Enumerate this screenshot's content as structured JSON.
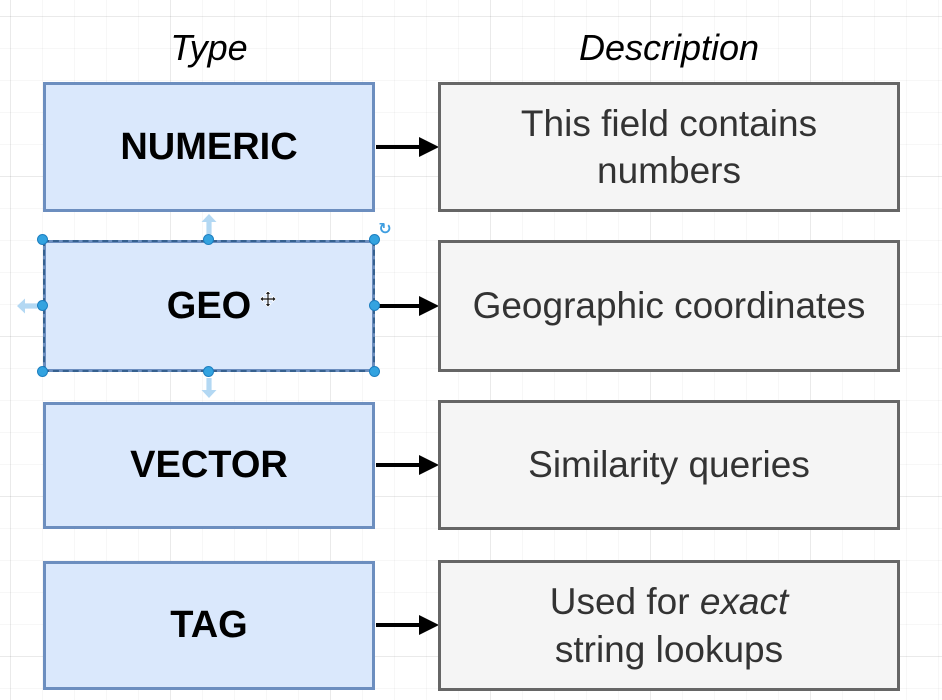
{
  "headers": {
    "type": "Type",
    "description": "Description"
  },
  "rows": [
    {
      "type_label": "NUMERIC",
      "desc_lines": [
        "This field contains",
        "numbers"
      ]
    },
    {
      "type_label": "GEO",
      "desc_lines": [
        "Geographic coordinates"
      ]
    },
    {
      "type_label": "VECTOR",
      "desc_lines": [
        "Similarity queries"
      ]
    },
    {
      "type_label": "TAG",
      "desc_rich": {
        "pre": "Used for ",
        "italic": "exact",
        "line2": "string lookups"
      }
    }
  ],
  "selection": {
    "selected_shape": "GEO",
    "rotate_icon_glyph": "↻"
  },
  "colors": {
    "type_box_fill": "#dae8fc",
    "type_box_border": "#6c8ebf",
    "desc_box_fill": "#f5f5f5",
    "desc_box_border": "#666666",
    "arrow": "#000000",
    "selection_handle": "#33a3e0",
    "selection_direction_arrow": "#b3d8f3",
    "selection_outline": "#36618f"
  }
}
